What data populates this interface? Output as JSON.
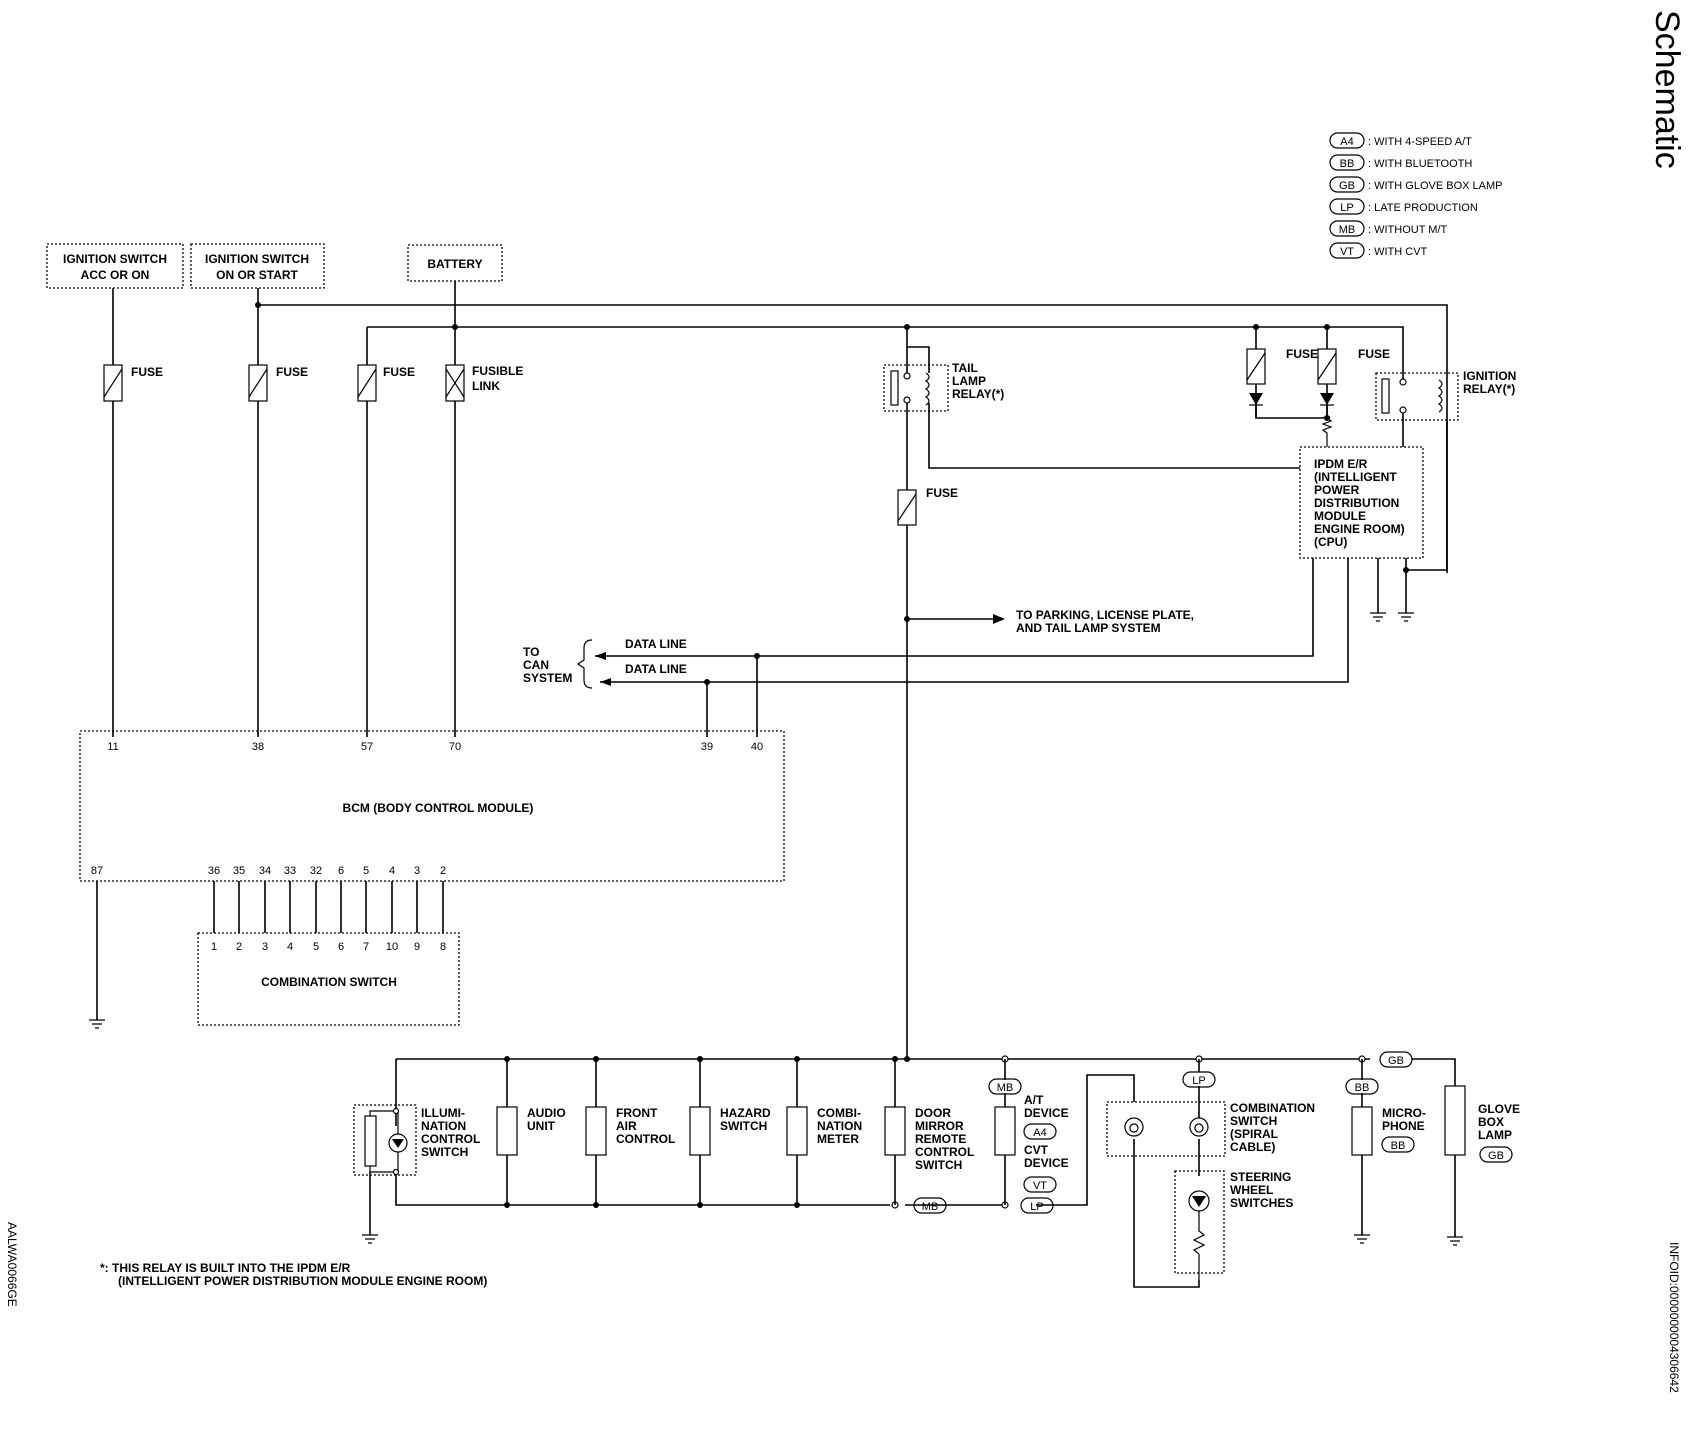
{
  "page": {
    "title": "Schematic",
    "figure_code": "AALWA0066GE",
    "info_id": "INFOID:0000000004306642"
  },
  "legend": [
    {
      "code": "A4",
      "text": ": WITH 4-SPEED A/T"
    },
    {
      "code": "BB",
      "text": ": WITH BLUETOOTH"
    },
    {
      "code": "GB",
      "text": ": WITH GLOVE BOX LAMP"
    },
    {
      "code": "LP",
      "text": ": LATE PRODUCTION"
    },
    {
      "code": "MB",
      "text": ": WITHOUT M/T"
    },
    {
      "code": "VT",
      "text": ": WITH CVT"
    }
  ],
  "sources": {
    "acc": [
      "IGNITION SWITCH",
      "ACC OR ON"
    ],
    "start": [
      "IGNITION SWITCH",
      "ON OR START"
    ],
    "battery": "BATTERY"
  },
  "labels": {
    "fuse": "FUSE",
    "fusible": [
      "FUSIBLE",
      "LINK"
    ],
    "tail_relay": [
      "TAIL",
      "LAMP",
      "RELAY(*)"
    ],
    "ign_relay": [
      "IGNITION",
      "RELAY(*)"
    ],
    "ipdm": [
      "IPDM E/R",
      "(INTELLIGENT",
      "POWER",
      "DISTRIBUTION",
      "MODULE",
      "ENGINE ROOM)",
      "(CPU)"
    ],
    "to_parking": [
      "TO PARKING, LICENSE PLATE,",
      "AND TAIL LAMP SYSTEM"
    ],
    "data_line": "DATA LINE",
    "to_can": [
      "TO",
      "CAN",
      "SYSTEM"
    ],
    "bcm": "BCM (BODY CONTROL MODULE)",
    "combination_switch": "COMBINATION SWITCH",
    "footnote": [
      "*: THIS RELAY IS BUILT INTO THE IPDM E/R",
      "(INTELLIGENT POWER DISTRIBUTION MODULE ENGINE ROOM)"
    ]
  },
  "bcm_top_pins": [
    "11",
    "38",
    "57",
    "70",
    "39",
    "40"
  ],
  "bcm_bottom_pins": [
    "87",
    "36",
    "35",
    "34",
    "33",
    "32",
    "6",
    "5",
    "4",
    "3",
    "2"
  ],
  "combsw_pins": [
    "1",
    "2",
    "3",
    "4",
    "5",
    "6",
    "7",
    "10",
    "9",
    "8"
  ],
  "loads": {
    "illumination": [
      "ILLUMI-",
      "NATION",
      "CONTROL",
      "SWITCH"
    ],
    "audio": [
      "AUDIO",
      "UNIT"
    ],
    "front_air": [
      "FRONT",
      "AIR",
      "CONTROL"
    ],
    "hazard": [
      "HAZARD",
      "SWITCH"
    ],
    "meter": [
      "COMBI-",
      "NATION",
      "METER"
    ],
    "mirror": [
      "DOOR",
      "MIRROR",
      "REMOTE",
      "CONTROL",
      "SWITCH"
    ],
    "at_device": [
      "A/T",
      "DEVICE"
    ],
    "cvt_device": [
      "CVT",
      "DEVICE"
    ],
    "spiral": [
      "COMBINATION",
      "SWITCH",
      "(SPIRAL",
      "CABLE)"
    ],
    "steering": [
      "STEERING",
      "WHEEL",
      "SWITCHES"
    ],
    "microphone": [
      "MICRO-",
      "PHONE"
    ],
    "glovebox": [
      "GLOVE",
      "BOX",
      "LAMP"
    ]
  },
  "tags": {
    "mb": "MB",
    "a4": "A4",
    "vt": "VT",
    "lp": "LP",
    "bb": "BB",
    "gb": "GB"
  }
}
